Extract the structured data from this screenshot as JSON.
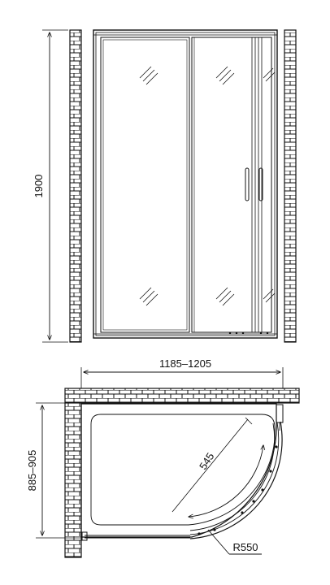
{
  "dimensions": {
    "height": "1900",
    "width_range": "1185–1205",
    "depth_range": "885–905",
    "door_opening": "545",
    "radius": "R550"
  }
}
